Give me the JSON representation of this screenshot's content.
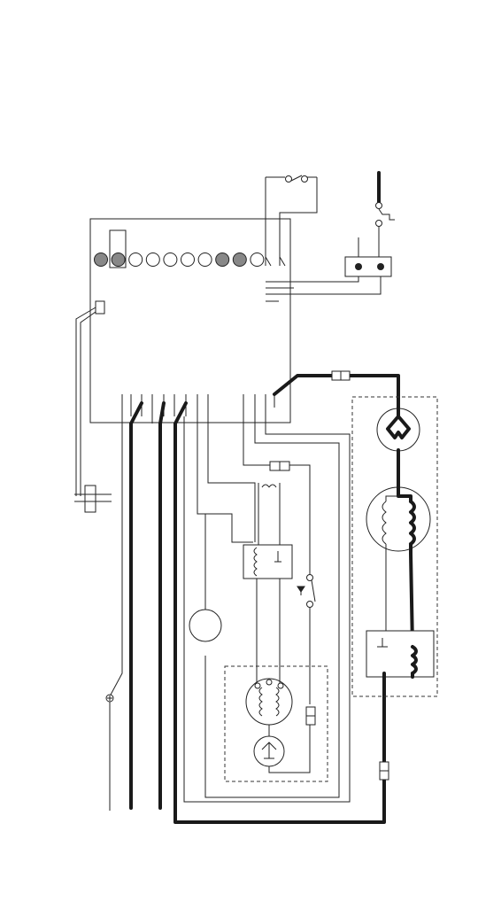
{
  "diagram": {
    "control_board_leds": [
      {
        "state": "on"
      },
      {
        "state": "on"
      },
      {
        "state": "off"
      },
      {
        "state": "off"
      },
      {
        "state": "off"
      },
      {
        "state": "off"
      },
      {
        "state": "off"
      },
      {
        "state": "on"
      },
      {
        "state": "on"
      },
      {
        "state": "off"
      }
    ],
    "colors": {
      "line": "#222222",
      "led_on": "#888888",
      "led_off": "#ffffff",
      "background": "#ffffff"
    }
  }
}
